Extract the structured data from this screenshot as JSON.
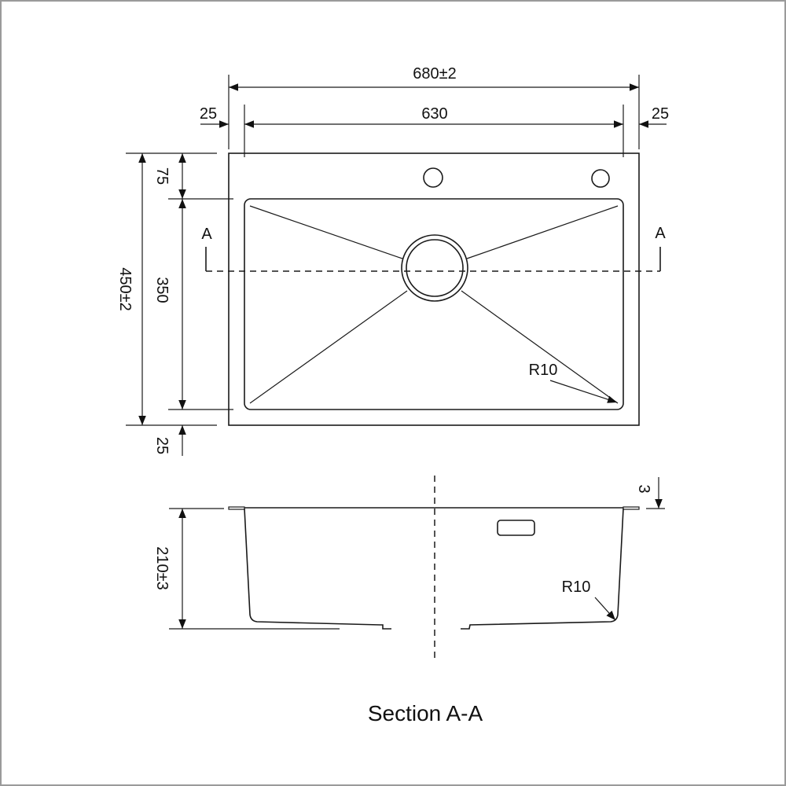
{
  "top_view": {
    "overall_width": "680±2",
    "basin_width": "630",
    "left_margin": "25",
    "right_margin": "25",
    "overall_depth": "450±2",
    "top_margin": "75",
    "basin_depth": "350",
    "bottom_margin": "25",
    "section_mark_left": "A",
    "section_mark_right": "A",
    "corner_radius": "R10"
  },
  "section_view": {
    "height": "210±3",
    "rim_thickness": "3",
    "corner_radius": "R10",
    "title": "Section A-A"
  }
}
